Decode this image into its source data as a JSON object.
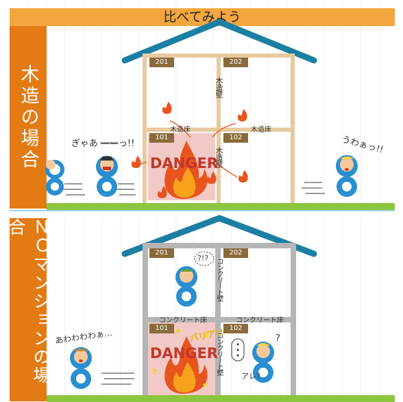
{
  "title": "比べてみよう",
  "sections": {
    "wood": {
      "label": "木造の場合",
      "rooms": [
        "201",
        "202",
        "101",
        "102"
      ],
      "wall_label": "木造壁",
      "floor_label": "木造床",
      "danger": "DANGER",
      "speech_left": "ぎゃあ ——っ!!",
      "speech_right": "うわぁっ!!"
    },
    "nc": {
      "label": "ＮＣマンションの場合",
      "rooms": [
        "201",
        "202",
        "101",
        "102"
      ],
      "wall_label": "コンクリート壁",
      "floor_label": "コンクリート床",
      "danger": "DANGER",
      "barrier": "バリア!!",
      "speech_left": "あわわわわぁ…",
      "speech_top": "?!?",
      "speech_right_q": "?",
      "speech_right_are": "アレ?"
    }
  },
  "colors": {
    "title_bg": "#f3a63d",
    "side_bg": "#e37b15",
    "roof": "#1b7fa3",
    "wood_frame": "#e8c9a0",
    "concrete_frame": "#b5b5b5",
    "grass": "#8cc63f",
    "danger": "#c0392b",
    "character": "#2a8fd0"
  }
}
